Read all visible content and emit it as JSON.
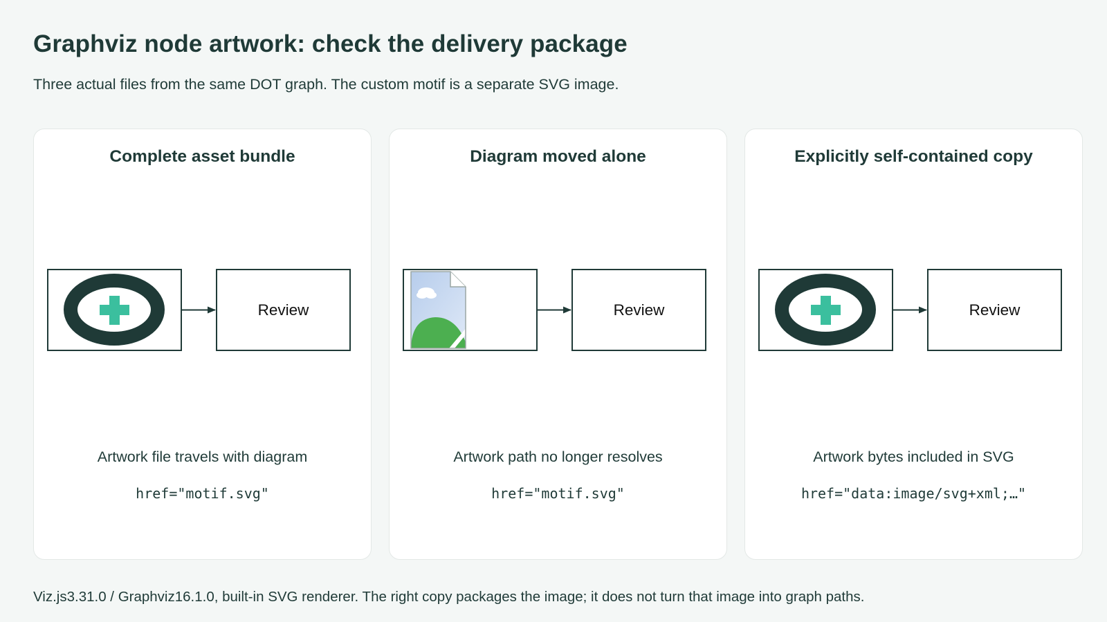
{
  "header": {
    "title": "Graphviz node artwork: check the delivery package",
    "subtitle": "Three actual files from the same DOT graph. The custom motif is a separate SVG image."
  },
  "panels": [
    {
      "title": "Complete asset bundle",
      "node_label": "Review",
      "artwork": "motif-icon",
      "caption": "Artwork file travels with diagram",
      "code": "href=\"motif.svg\""
    },
    {
      "title": "Diagram moved alone",
      "node_label": "Review",
      "artwork": "broken-image-icon",
      "caption": "Artwork path no longer resolves",
      "code": "href=\"motif.svg\""
    },
    {
      "title": "Explicitly self-contained copy",
      "node_label": "Review",
      "artwork": "motif-icon",
      "caption": "Artwork bytes included in SVG",
      "code": "href=\"data:image/svg+xml;…\""
    }
  ],
  "footer": {
    "note": "Viz.js3.31.0 / Graphviz16.1.0, built-in SVG renderer. The right copy packages the image; it does not turn that image into graph paths."
  },
  "colors": {
    "ink": "#1f3a37",
    "motif_ring": "#1f3a37",
    "motif_cross": "#3bbf9e",
    "broken_sky": "#c9daf0",
    "broken_hill": "#4caf50",
    "page_background": "#f4f7f6",
    "panel_background": "#ffffff"
  }
}
